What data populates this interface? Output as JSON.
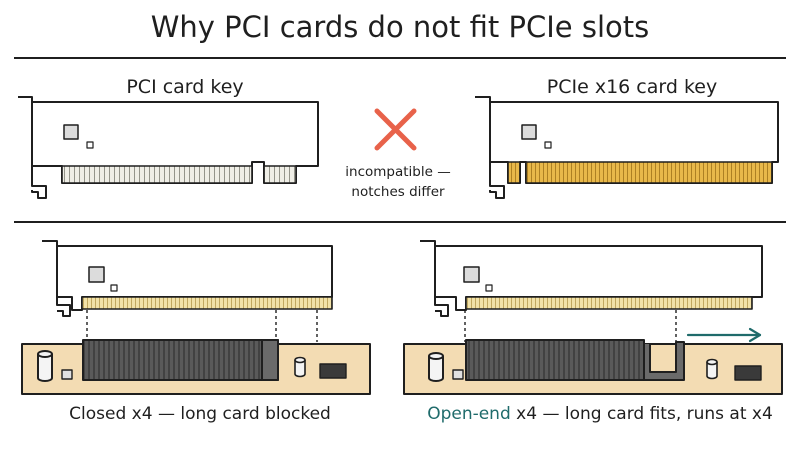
{
  "title": "Why PCI cards do not fit PCIe slots",
  "top_left": {
    "label": "PCI card key"
  },
  "top_right": {
    "label": "PCIe x16 card key"
  },
  "middle": {
    "note_line1": "incompatible —",
    "note_line2": "notches differ"
  },
  "bottom_left": {
    "caption": "Closed x4 — long card blocked"
  },
  "bottom_right": {
    "caption_accent": "Open-end",
    "caption_rest": " x4 — long card fits, runs at x4"
  },
  "colors": {
    "ink": "#1f1f1f",
    "pci_contacts": "#efeee6",
    "pcie_contacts": "#e8b84a",
    "bottom_contacts": "#f2e2a8",
    "board": "#f3dcb3",
    "slot": "#555555",
    "cross": "#e8624a",
    "accent": "#1f6b6b"
  }
}
